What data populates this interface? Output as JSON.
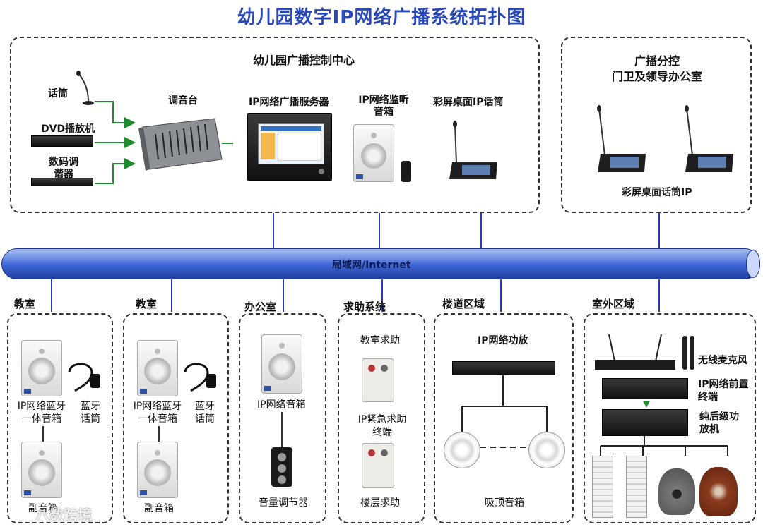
{
  "title": "幼儿园数字IP网络广播系统拓扑图",
  "control_center": {
    "title": "幼儿园广播控制中心",
    "mic": "话筒",
    "dvd": "DVD播放机",
    "tuner": "数码调\n谐器",
    "mixer": "调音台",
    "server": "IP网络广播服务器",
    "monitor_speaker": "IP网络监听\n音箱",
    "desktop_mic": "彩屏桌面IP话筒"
  },
  "branch_control": {
    "title": "广播分控\n门卫及领导办公室",
    "device": "彩屏桌面话筒IP"
  },
  "network": {
    "label": "局域网/Internet"
  },
  "classroom1": {
    "title": "教室",
    "speaker": "IP网络蓝牙\n一体音箱",
    "mic": "蓝牙\n话筒",
    "sub": "副音箱"
  },
  "classroom2": {
    "title": "教室",
    "speaker": "IP网络蓝牙\n一体音箱",
    "mic": "蓝牙\n话筒",
    "sub": "副音箱"
  },
  "office": {
    "title": "办公室",
    "speaker": "IP网络音箱",
    "volume": "音量调节器"
  },
  "help": {
    "title": "求助系统",
    "classroom": "教室求助",
    "terminal": "IP紧急求助\n终端",
    "floor": "楼层求助"
  },
  "corridor": {
    "title": "楼道区域",
    "amp": "IP网络功放",
    "ceiling": "吸顶音箱"
  },
  "outdoor": {
    "title": "室外区域",
    "wireless": "无线麦克风",
    "preamp": "IP网络前置\n终端",
    "power_amp": "纯后级功\n放机"
  },
  "watermark": "八数跨境",
  "colors": {
    "title": "#2a49b8",
    "pipe": "#3d66d6",
    "arrow": "#1f8a2e",
    "line": "#2b3aa8"
  }
}
